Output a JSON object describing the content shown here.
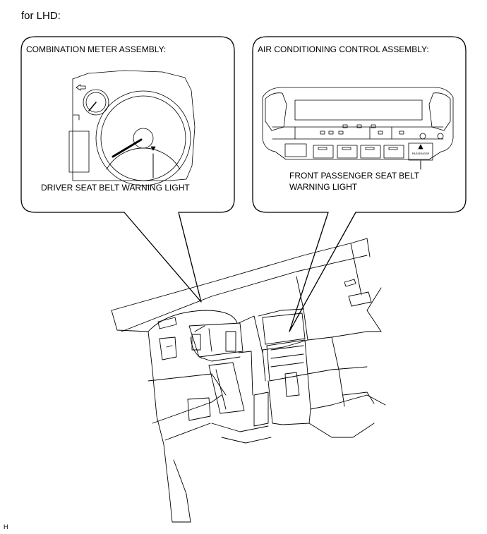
{
  "heading": "for LHD:",
  "callouts": {
    "meter": {
      "title": "COMBINATION METER ASSEMBLY:",
      "label": "DRIVER SEAT BELT WARNING LIGHT"
    },
    "ac": {
      "title": "AIR CONDITIONING CONTROL ASSEMBLY:",
      "label_line1": "FRONT PASSENGER SEAT BELT",
      "label_line2": "WARNING LIGHT",
      "indicator_text": "PASSENGER"
    }
  },
  "figure_code": "H"
}
